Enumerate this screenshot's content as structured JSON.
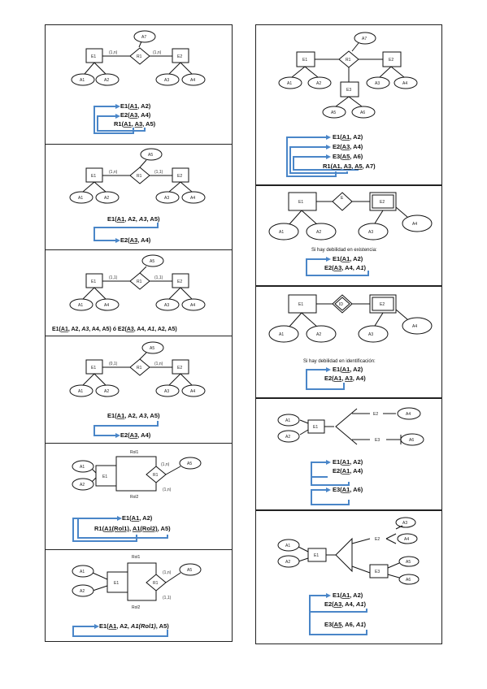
{
  "left": [
    {
      "diagram": {
        "e1": "E1",
        "e2": "E2",
        "rel": "R1",
        "rel_attr": "A7",
        "c1": "(1,n)",
        "c2": "(1,n)",
        "a1": "A1",
        "a2": "A2",
        "a3": "A3",
        "a4": "A4"
      },
      "schema": [
        [
          {
            "t": "E1("
          },
          {
            "t": "A1",
            "u": true
          },
          {
            "t": ", A2)"
          }
        ],
        [
          {
            "t": "E2("
          },
          {
            "t": "A3",
            "u": true
          },
          {
            "t": ", A4)"
          }
        ],
        [
          {
            "t": "R1("
          },
          {
            "t": "A1",
            "u": true
          },
          {
            "t": ", "
          },
          {
            "t": "A3",
            "u": true
          },
          {
            "t": ", A5)"
          }
        ]
      ]
    },
    {
      "diagram": {
        "e1": "E1",
        "e2": "E2",
        "rel": "R1",
        "rel_attr": "A5",
        "c1": "(1,n)",
        "c2": "(1,1)",
        "a1": "A1",
        "a2": "A2",
        "a3": "A3",
        "a4": "A4"
      },
      "schema": [
        [
          {
            "t": "E1("
          },
          {
            "t": "A1",
            "u": true
          },
          {
            "t": ", A2, "
          },
          {
            "t": "A3",
            "i": true
          },
          {
            "t": ", A5)"
          }
        ],
        [
          {
            "t": "E2("
          },
          {
            "t": "A3",
            "u": true
          },
          {
            "t": ", A4)"
          }
        ]
      ]
    },
    {
      "diagram": {
        "e1": "E1",
        "e2": "E2",
        "rel": "R1",
        "rel_attr": "A5",
        "c1": "(1,1)",
        "c2": "(1,1)",
        "a1": "A1",
        "a2": "A4",
        "a3": "A3",
        "a4": "A4"
      },
      "schema": [
        [
          {
            "t": "E1("
          },
          {
            "t": "A1",
            "u": true
          },
          {
            "t": ", A2, "
          },
          {
            "t": "A3",
            "i": true
          },
          {
            "t": ", A4, A5) ó E2("
          },
          {
            "t": "A3",
            "u": true
          },
          {
            "t": ", A4, "
          },
          {
            "t": "A1",
            "i": true
          },
          {
            "t": ", A2, A5)"
          }
        ]
      ]
    },
    {
      "diagram": {
        "e1": "E1",
        "e2": "E2",
        "rel": "R1",
        "rel_attr": "A5",
        "c1": "(0,1)",
        "c2": "(1,n)",
        "a1": "A1",
        "a2": "A2",
        "a3": "A3",
        "a4": "A4"
      },
      "schema": [
        [
          {
            "t": "E1("
          },
          {
            "t": "A1",
            "u": true
          },
          {
            "t": ", A2, "
          },
          {
            "t": "A3",
            "i": true
          },
          {
            "t": ", A5)"
          }
        ],
        [
          {
            "t": "E2("
          },
          {
            "t": "A3",
            "u": true
          },
          {
            "t": ", A4)"
          }
        ]
      ]
    },
    {
      "diagram": {
        "e1": "E1",
        "rel": "R1",
        "rel_attr": "A5",
        "role1": "Rol1",
        "role2": "Rol2",
        "c1": "(1,n)",
        "c2": "(1,n)",
        "a1": "A1",
        "a2": "A2"
      },
      "schema": [
        [
          {
            "t": "E1("
          },
          {
            "t": "A1",
            "u": true
          },
          {
            "t": ", A2)"
          }
        ],
        [
          {
            "t": "R1("
          },
          {
            "t": "A1(Rol1)",
            "u": true
          },
          {
            "t": ", "
          },
          {
            "t": "A1(Rol2)",
            "u": true
          },
          {
            "t": ", A5)"
          }
        ]
      ]
    },
    {
      "diagram": {
        "e1": "E1",
        "rel": "R1",
        "rel_attr": "A5",
        "role1": "Rol1",
        "role2": "Rol2",
        "c1": "(1,n)",
        "c2": "(1,1)",
        "a1": "A1",
        "a2": "A2"
      },
      "schema": [
        [
          {
            "t": "E1("
          },
          {
            "t": "A1",
            "u": true
          },
          {
            "t": ", A2, "
          },
          {
            "t": "A1(Rol1)",
            "i": true
          },
          {
            "t": ", A5)"
          }
        ]
      ]
    }
  ],
  "right": [
    {
      "diagram": {
        "e1": "E1",
        "e2": "E2",
        "e3": "E3",
        "rel": "R1",
        "rel_attr": "A7",
        "a1": "A1",
        "a2": "A2",
        "a3": "A3",
        "a4": "A4",
        "a5": "A5",
        "a6": "A6"
      },
      "schema": [
        [
          {
            "t": "E1("
          },
          {
            "t": "A1",
            "u": true
          },
          {
            "t": ", A2)"
          }
        ],
        [
          {
            "t": "E2("
          },
          {
            "t": "A3",
            "u": true
          },
          {
            "t": ", A4)"
          }
        ],
        [
          {
            "t": "E3("
          },
          {
            "t": "A5",
            "u": true
          },
          {
            "t": ", A6)"
          }
        ],
        [
          {
            "t": "R1("
          },
          {
            "t": "A1",
            "u": true
          },
          {
            "t": ", "
          },
          {
            "t": "A3",
            "u": true
          },
          {
            "t": ", "
          },
          {
            "t": "A5",
            "u": true
          },
          {
            "t": ", A7)"
          }
        ]
      ]
    },
    {
      "diagram": {
        "e1": "E1",
        "e2": "E2",
        "rel": "E",
        "a1": "A1",
        "a2": "A2",
        "a3": "A3",
        "a4": "A4"
      },
      "note": "Si hay debilidad en existencia:",
      "schema": [
        [
          {
            "t": "E1("
          },
          {
            "t": "A1",
            "u": true
          },
          {
            "t": ", A2)"
          }
        ],
        [
          {
            "t": "E2("
          },
          {
            "t": "A3",
            "u": true
          },
          {
            "t": ", A4, "
          },
          {
            "t": "A1",
            "i": true
          },
          {
            "t": ")"
          }
        ]
      ]
    },
    {
      "diagram": {
        "e1": "E1",
        "e2": "E2",
        "rel": "ID",
        "a1": "A1",
        "a2": "A2",
        "a3": "A3",
        "a4": "A4"
      },
      "note": "Si hay debilidad en identificación:",
      "schema": [
        [
          {
            "t": "E1("
          },
          {
            "t": "A1",
            "u": true
          },
          {
            "t": ", A2)"
          }
        ],
        [
          {
            "t": "E2("
          },
          {
            "t": "A1",
            "u": true
          },
          {
            "t": ", "
          },
          {
            "t": "A3",
            "u": true
          },
          {
            "t": ", A4)"
          }
        ]
      ]
    },
    {
      "diagram": {
        "e1": "E1",
        "e2": "E2",
        "e3": "E3",
        "a1": "A1",
        "a2": "A2",
        "a4": "A4",
        "a6": "A6"
      },
      "schema": [
        [
          {
            "t": "E1("
          },
          {
            "t": "A1",
            "u": true
          },
          {
            "t": ", A2)"
          }
        ],
        [
          {
            "t": "E2("
          },
          {
            "t": "A1",
            "u": true
          },
          {
            "t": ", A4)"
          }
        ],
        [
          {
            "t": "E3("
          },
          {
            "t": "A1",
            "u": true
          },
          {
            "t": ", A6)"
          }
        ]
      ]
    },
    {
      "diagram": {
        "e1": "E1",
        "e2": "E2",
        "e3": "E3",
        "a1": "A1",
        "a2": "A2",
        "a3": "A3",
        "a4": "A4",
        "a5": "A5",
        "a6": "A6"
      },
      "schema": [
        [
          {
            "t": "E1("
          },
          {
            "t": "A1",
            "u": true
          },
          {
            "t": ", A2)"
          }
        ],
        [
          {
            "t": "E2("
          },
          {
            "t": "A3",
            "u": true
          },
          {
            "t": ", A4, "
          },
          {
            "t": "A1",
            "i": true
          },
          {
            "t": ")"
          }
        ],
        [
          {
            "t": "E3("
          },
          {
            "t": "A5",
            "u": true
          },
          {
            "t": ", A6, "
          },
          {
            "t": "A1",
            "i": true
          },
          {
            "t": ")"
          }
        ]
      ]
    }
  ],
  "colors": {
    "arrow": "#4a86c8",
    "border": "#222222"
  }
}
